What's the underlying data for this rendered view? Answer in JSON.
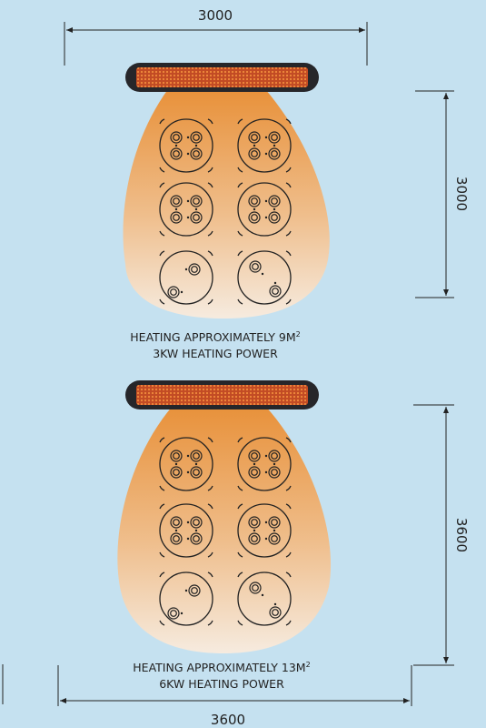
{
  "background_color": "#c5e1f0",
  "panel_top": {
    "width_label": "3000",
    "depth_label": "3000",
    "caption_line1": "HEATING APPROXIMATELY 9M",
    "caption_sup": "2",
    "caption_line2": "3KW HEATING POWER"
  },
  "panel_bottom": {
    "width_label": "3600",
    "depth_label": "3600",
    "caption_line1": "HEATING APPROXIMATELY 13M",
    "caption_sup": "2",
    "caption_line2": "6KW HEATING POWER"
  },
  "colors": {
    "heat_top": "#e8913a",
    "heat_bottom": "#f6ebdf",
    "heater_body": "#26262a",
    "heater_element": "#d2582a"
  }
}
